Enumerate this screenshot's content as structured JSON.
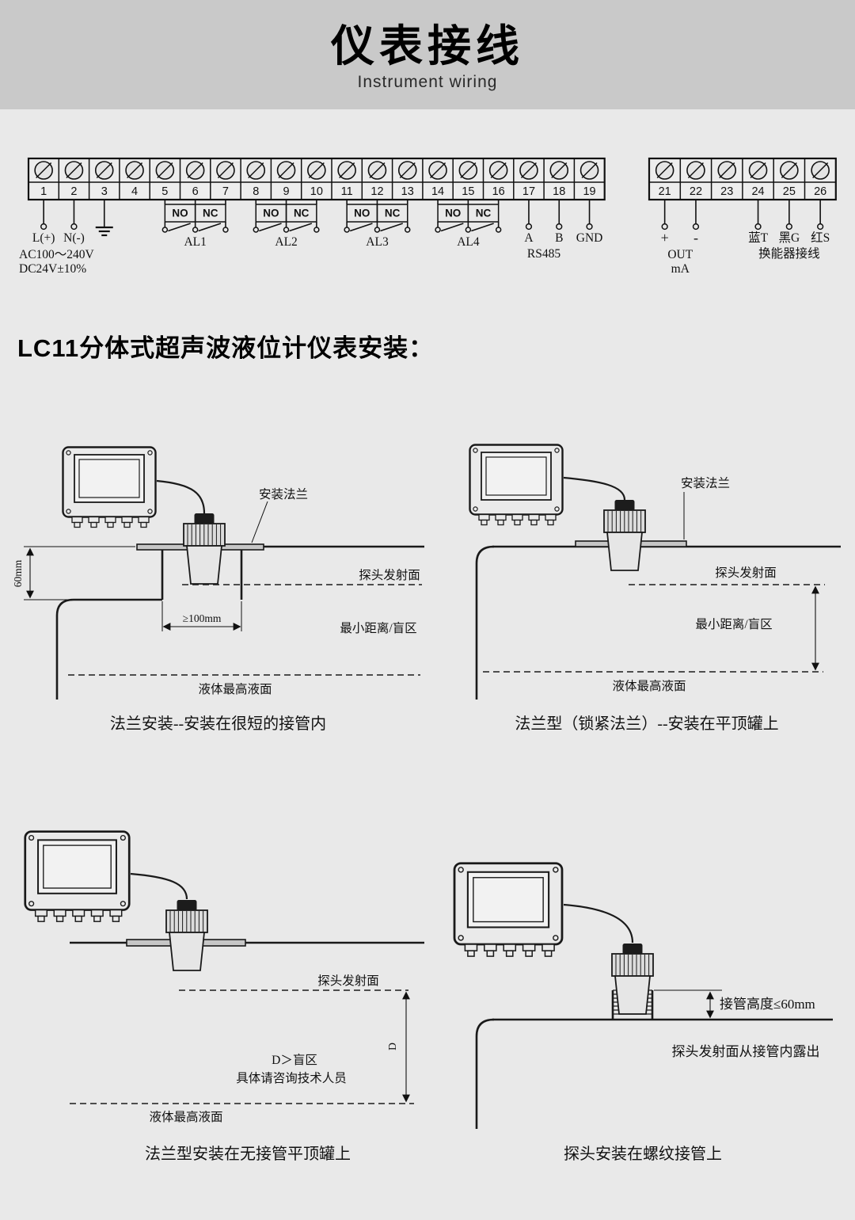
{
  "header": {
    "title": "仪表接线",
    "subtitle": "Instrument wiring"
  },
  "terminals": {
    "left_numbers": [
      "1",
      "2",
      "3",
      "4",
      "5",
      "6",
      "7",
      "8",
      "9",
      "10",
      "11",
      "12",
      "13",
      "14",
      "15",
      "16",
      "17",
      "18",
      "19"
    ],
    "right_numbers": [
      "21",
      "22",
      "23",
      "24",
      "25",
      "26"
    ],
    "power": {
      "l": "L(+)",
      "n": "N(-)",
      "line1": "AC100～240V",
      "line2": "DC24V±10%"
    },
    "relays": [
      {
        "no": "NO",
        "nc": "NC",
        "label": "AL1"
      },
      {
        "no": "NO",
        "nc": "NC",
        "label": "AL2"
      },
      {
        "no": "NO",
        "nc": "NC",
        "label": "AL3"
      },
      {
        "no": "NO",
        "nc": "NC",
        "label": "AL4"
      }
    ],
    "rs485": {
      "a": "A",
      "b": "B",
      "gnd": "GND",
      "label": "RS485"
    },
    "out": {
      "plus": "+",
      "minus": "-",
      "label": "OUT",
      "unit": "mA"
    },
    "transducer": {
      "blue": "蓝T",
      "black": "黑G",
      "red": "红S",
      "label": "换能器接线"
    }
  },
  "section_title": "LC11分体式超声波液位计仪表安装：",
  "diagrams": {
    "d1": {
      "flange": "安装法兰",
      "emit": "探头发射面",
      "blind": "最小距离/盲区",
      "liquid": "液体最高液面",
      "h": "60mm",
      "w": "≥100mm",
      "caption": "法兰安装--安装在很短的接管内"
    },
    "d2": {
      "flange": "安装法兰",
      "emit": "探头发射面",
      "blind": "最小距离/盲区",
      "liquid": "液体最高液面",
      "caption": "法兰型（锁紧法兰）--安装在平顶罐上"
    },
    "d3": {
      "emit": "探头发射面",
      "d_label": "D",
      "blind1": "D＞盲区",
      "blind2": "具体请咨询技术人员",
      "liquid": "液体最高液面",
      "caption": "法兰型安装在无接管平顶罐上"
    },
    "d4": {
      "height": "接管高度≤60mm",
      "emit": "探头发射面从接管内露出",
      "caption": "探头安装在螺纹接管上"
    }
  }
}
